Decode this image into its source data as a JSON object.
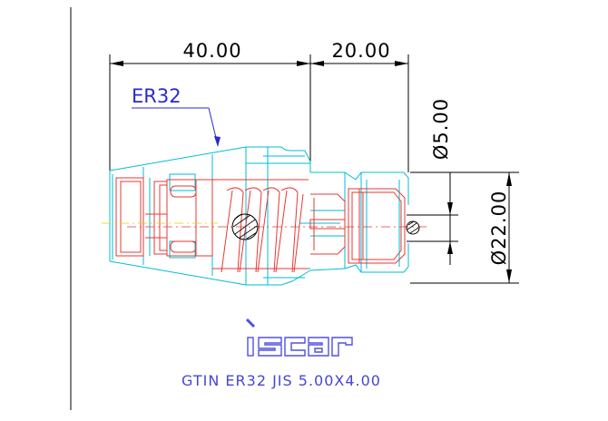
{
  "drawing": {
    "dim_overall": "40.00",
    "dim_nose": "20.00",
    "dim_shank_dia": "Ø5.00",
    "dim_body_dia": "Ø22.00",
    "label_collet": "ER32",
    "logo": "iscar",
    "caption": "GTIN ER32 JIS 5.00X4.00"
  },
  "colors": {
    "outline": "#00bcd4",
    "detail": "#e53935",
    "dimension": "#000000",
    "label": "#2a2ad0",
    "logo": "#5050e0"
  }
}
